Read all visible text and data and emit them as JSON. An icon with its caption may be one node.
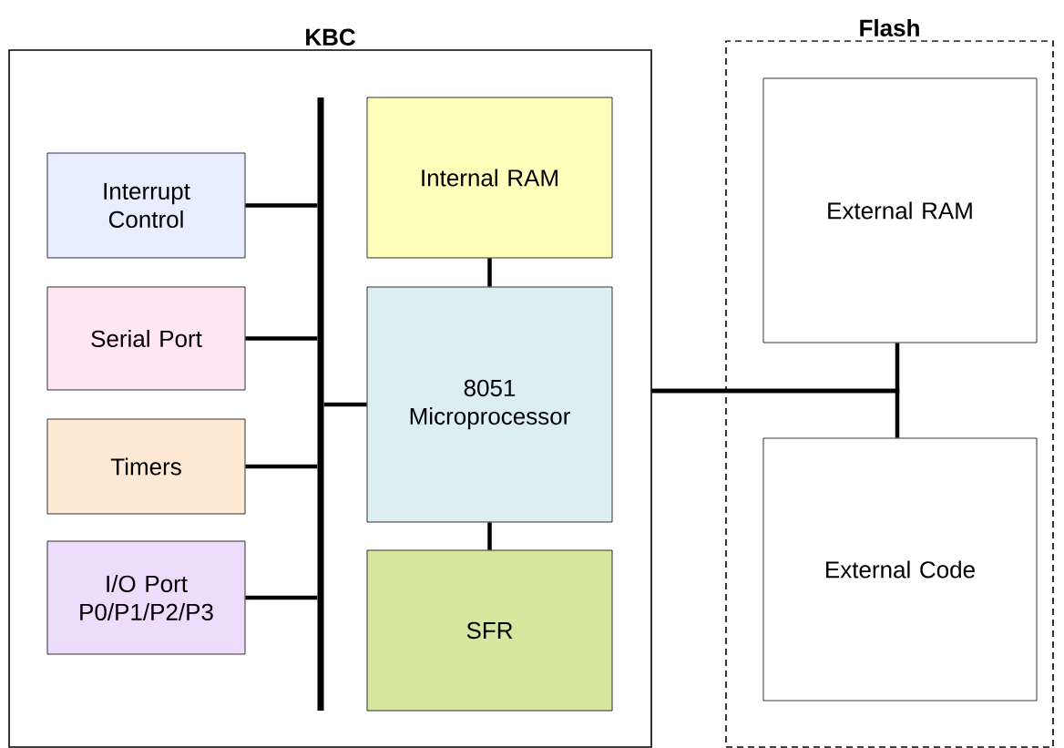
{
  "diagram": {
    "nodes": [
      {
        "text": [
          "KBC"
        ]
      },
      {
        "text": [],
        "shape": "bar",
        "in": 0
      },
      {
        "text": [
          "Interrupt Control"
        ],
        "in": 0
      },
      {
        "text": [
          "Serial Port"
        ],
        "in": 0
      },
      {
        "text": [
          "Timers"
        ],
        "in": 0
      },
      {
        "text": [
          "I/O Port P0/P1/P2/P3"
        ],
        "in": 0
      },
      {
        "text": [
          "Internal RAM"
        ],
        "in": 0
      },
      {
        "text": [
          "8051 Microprocessor"
        ],
        "in": 0
      },
      {
        "text": [
          "SFR"
        ],
        "in": 0
      },
      {
        "text": [
          "Flash"
        ]
      },
      {
        "text": [
          "External RAM"
        ],
        "in": 9
      },
      {
        "text": [
          "External Code"
        ],
        "in": 9
      }
    ],
    "edges": [
      {
        "from": 2,
        "to": 1,
        "arrow": "none"
      },
      {
        "from": 3,
        "to": 1,
        "arrow": "none"
      },
      {
        "from": 4,
        "to": 1,
        "arrow": "none"
      },
      {
        "from": 5,
        "to": 1,
        "arrow": "none"
      },
      {
        "from": 7,
        "to": 1,
        "arrow": "none"
      },
      {
        "from": 6,
        "to": 7,
        "arrow": "none"
      },
      {
        "from": 7,
        "to": 8,
        "arrow": "none"
      },
      {
        "from": 0,
        "to": 10,
        "arrow": "none"
      },
      {
        "from": 0,
        "to": 11,
        "arrow": "none"
      }
    ]
  }
}
